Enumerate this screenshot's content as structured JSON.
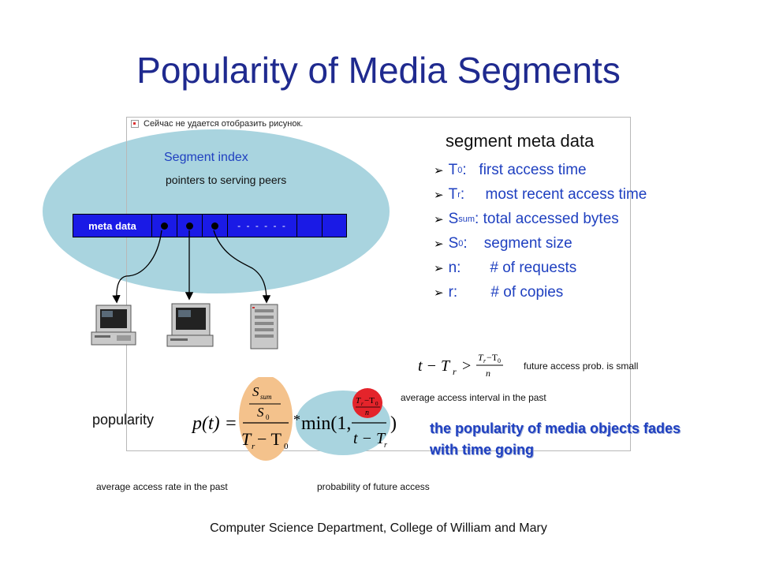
{
  "slide": {
    "title": "Popularity of Media Segments",
    "broken_image_text": "Сейчас не удается отобразить рисунок.",
    "segment_index_label": "Segment index",
    "pointers_label": "pointers to serving peers",
    "meta_data_label": "meta data",
    "meta_dashes": "- - - - - -",
    "meta_title": "segment meta data",
    "bullets": [
      {
        "sym": "T",
        "sub": "0",
        "text": ":   first access time"
      },
      {
        "sym": "T",
        "sub": "r",
        "text": ":     most recent access time"
      },
      {
        "sym": "S",
        "sub": "sum",
        "text": ": total accessed bytes"
      },
      {
        "sym": "S",
        "sub": "0",
        "text": ":    segment size"
      },
      {
        "sym": "n",
        "sub": "",
        "text": ":       # of requests"
      },
      {
        "sym": "r",
        "sub": "",
        "text": ":        # of copies"
      }
    ],
    "condition_note": "future access prob. is small",
    "interval_note": "average access interval in the past",
    "popularity_label": "popularity",
    "fade_note": "the popularity of media objects fades with time going",
    "rate_note": "average access rate in the past",
    "prob_note": "probability of future access",
    "footer": "Computer Science Department, College of William and Mary"
  },
  "colors": {
    "title": "#1f2a8f",
    "accent_blue": "#1f40c0",
    "ellipse": "#a9d4df",
    "meta_bar": "#1a1ae6",
    "orange_highlight": "#f4c28c",
    "red_highlight": "#e4242b"
  },
  "icons": [
    "desktop-computer-icon",
    "desktop-computer-icon",
    "server-tower-icon"
  ]
}
